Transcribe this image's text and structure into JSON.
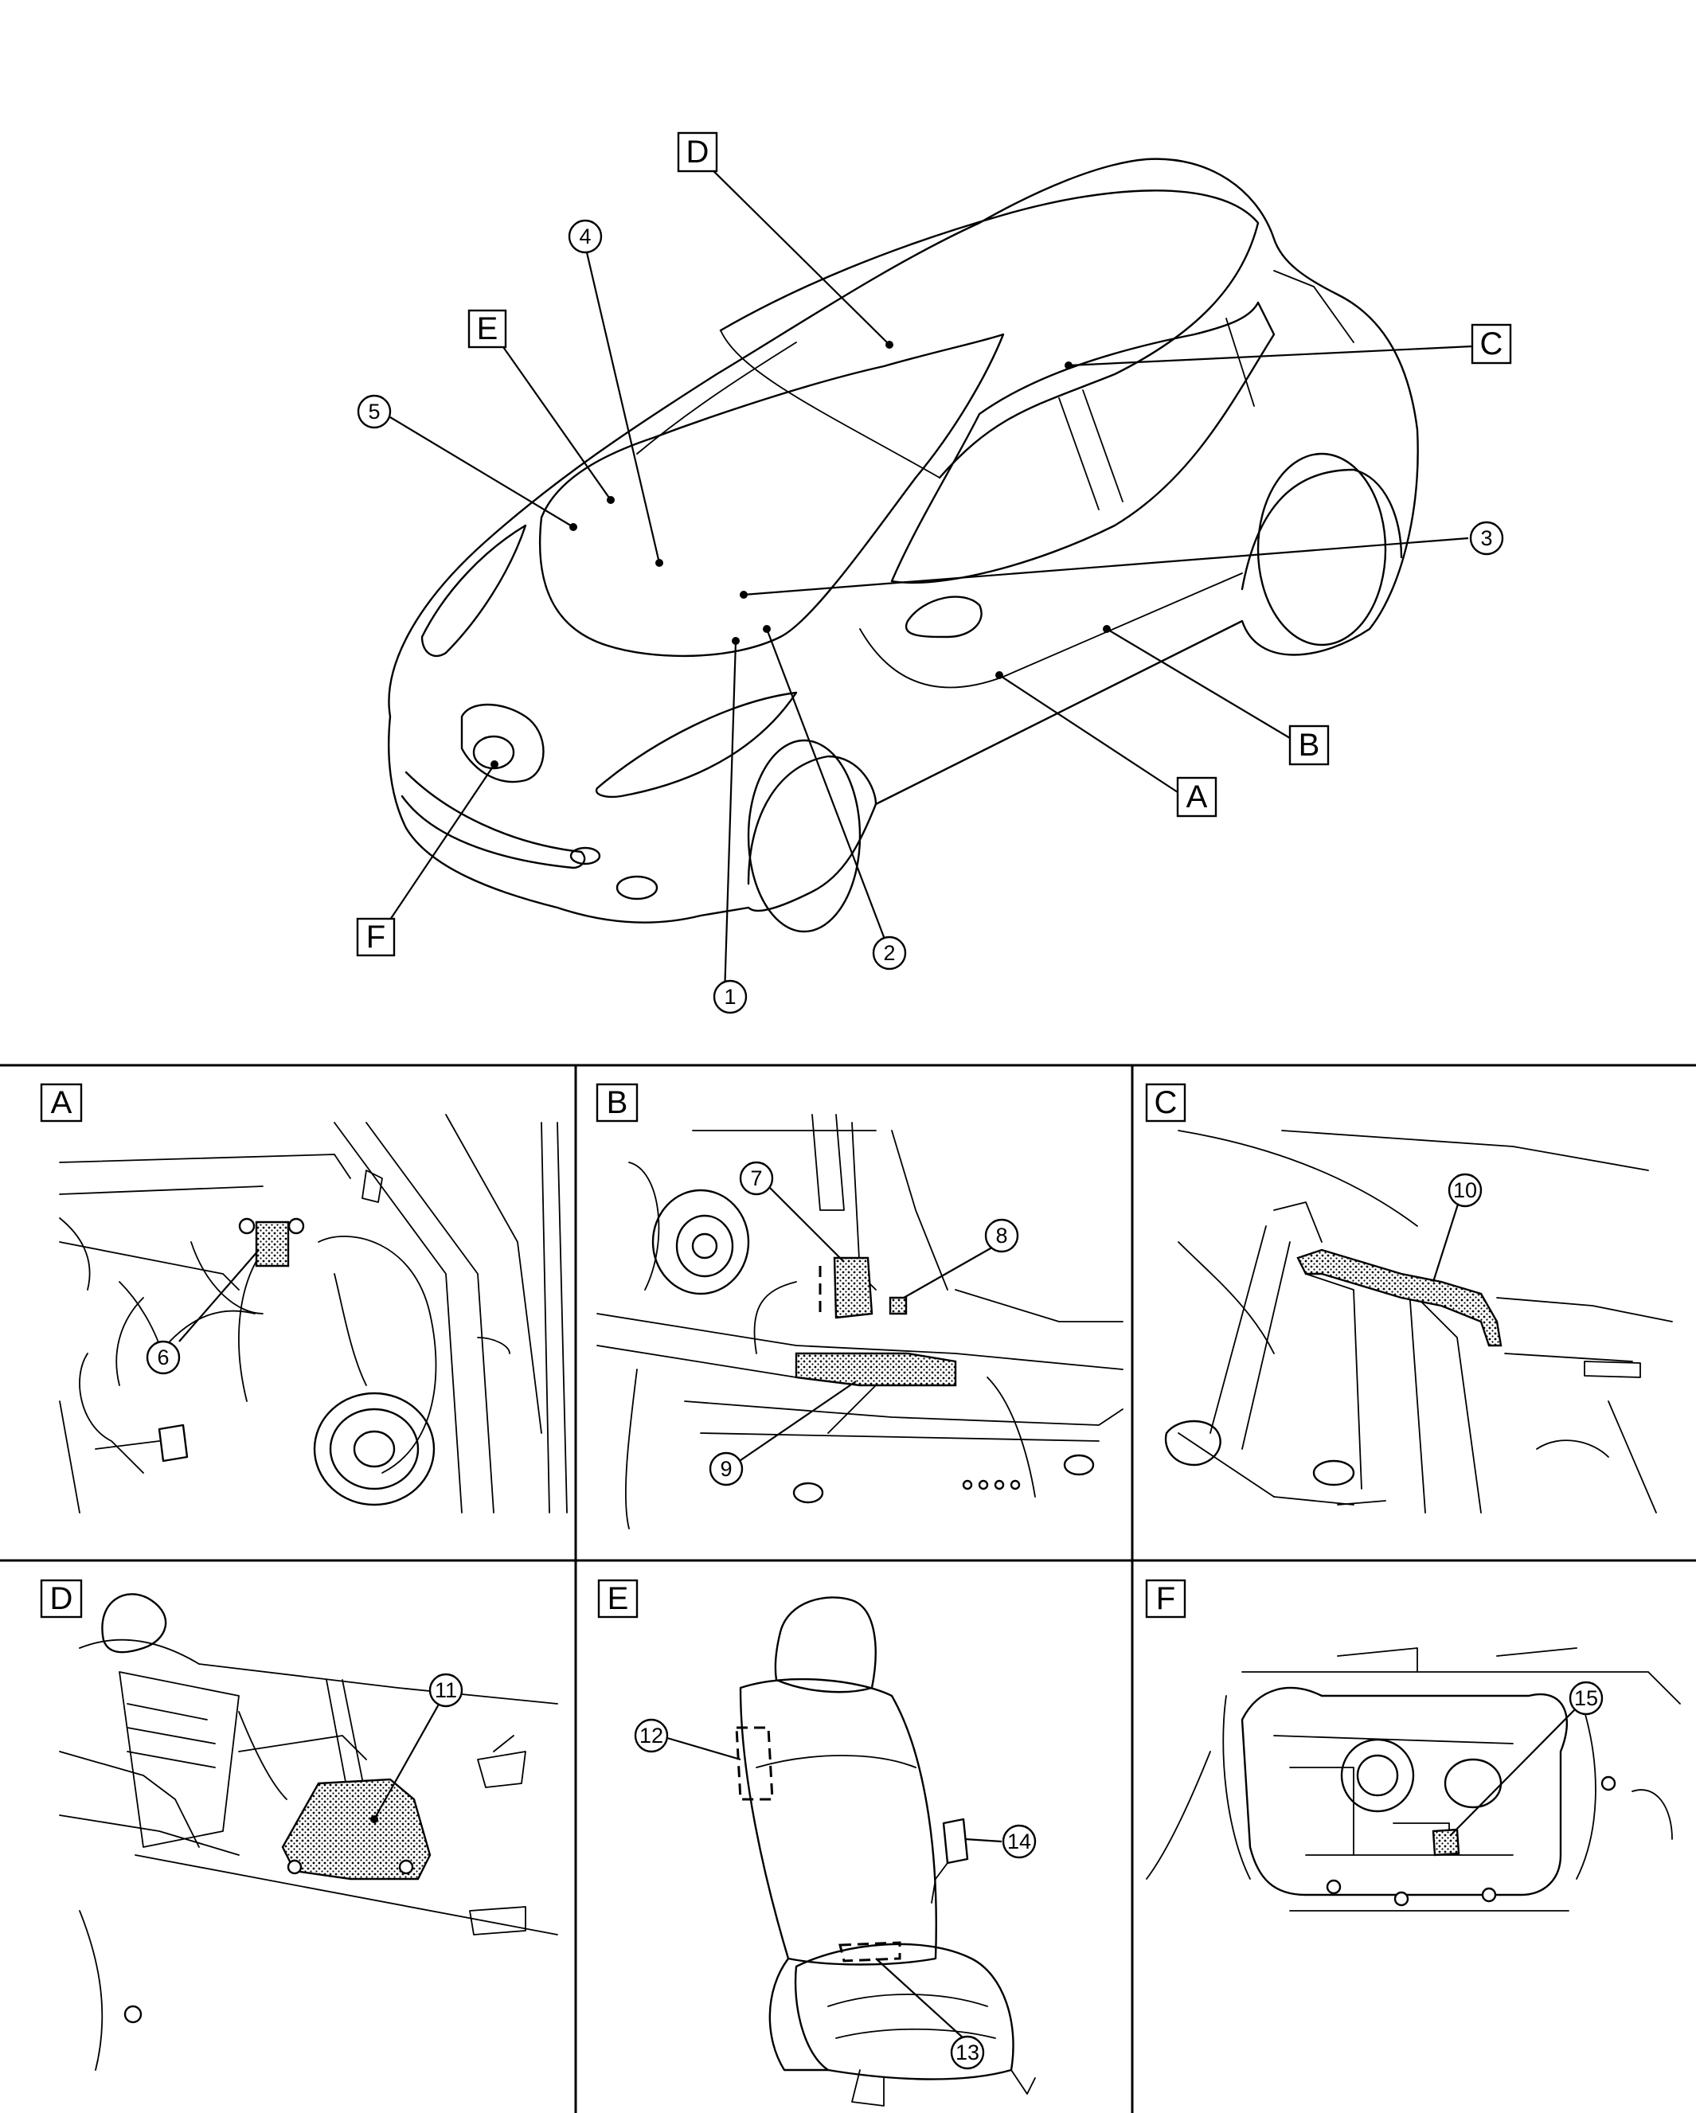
{
  "overview": {
    "view_letters": [
      "A",
      "B",
      "C",
      "D",
      "E",
      "F"
    ],
    "callouts": [
      "1",
      "2",
      "3",
      "4",
      "5"
    ]
  },
  "panels": [
    {
      "letter": "A",
      "callouts": [
        "6"
      ]
    },
    {
      "letter": "B",
      "callouts": [
        "7",
        "8",
        "9"
      ]
    },
    {
      "letter": "C",
      "callouts": [
        "10"
      ]
    },
    {
      "letter": "D",
      "callouts": [
        "11"
      ]
    },
    {
      "letter": "E",
      "callouts": [
        "12",
        "13",
        "14"
      ]
    },
    {
      "letter": "F",
      "callouts": [
        "15"
      ]
    }
  ],
  "style": {
    "line_color": "#000000",
    "background": "#ffffff"
  }
}
